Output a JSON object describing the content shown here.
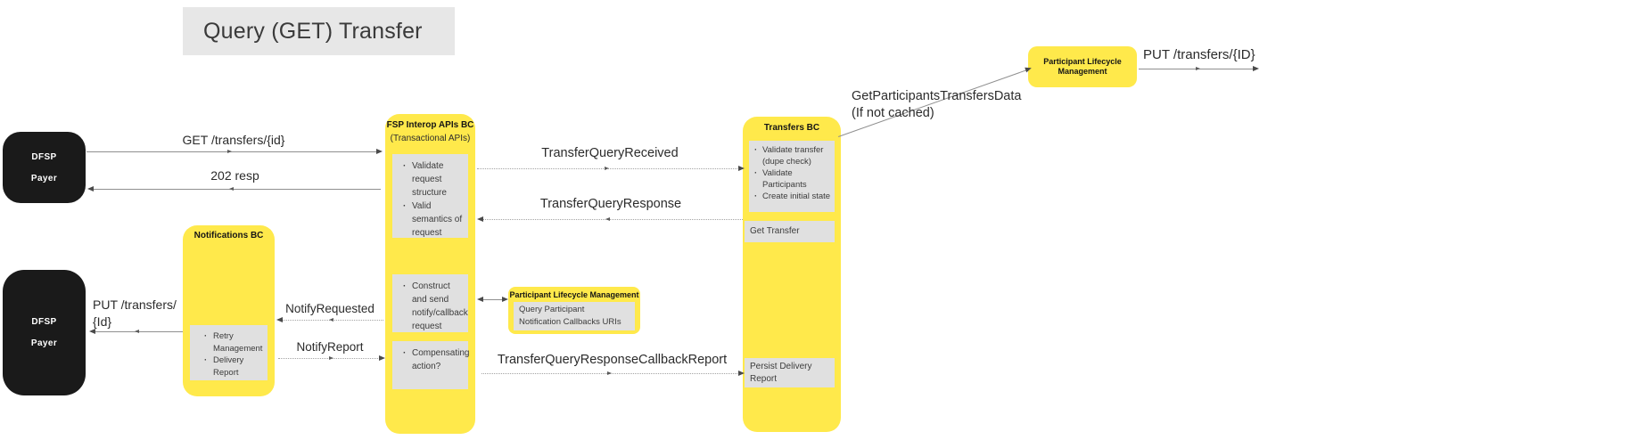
{
  "title": "Query (GET) Transfer",
  "actors": {
    "payer_top": {
      "line1": "DFSP",
      "line2": "Payer"
    },
    "payer_bottom": {
      "line1": "DFSP",
      "line2": "Payer"
    }
  },
  "nodes": {
    "fsp_interop": {
      "title": "FSP Interop APIs BC",
      "subtitle": "(Transactional APIs)",
      "validate_tasks": [
        "Validate request structure",
        "Valid semantics of request"
      ],
      "notify_tasks": [
        "Construct and send notify/callback request"
      ],
      "compensate_tasks": [
        "Compensating action?"
      ]
    },
    "notifications": {
      "title": "Notifications BC",
      "tasks": [
        "Retry Management",
        "Delivery Report"
      ]
    },
    "transfers": {
      "title": "Transfers BC",
      "tasks": [
        "Validate transfer (dupe check)",
        "Validate Participants",
        "Create initial state"
      ],
      "get_transfer_step": "Get Transfer",
      "persist_step": "Persist Delivery Report"
    },
    "plm_mid": {
      "title": "Participant Lifecycle Management",
      "task_line1": "Query Participant",
      "task_line2": "Notification Callbacks URIs"
    },
    "plm_top": {
      "title_line1": "Participant Lifecycle",
      "title_line2": "Management"
    }
  },
  "messages": {
    "get_transfers": "GET /transfers/{id}",
    "resp_202": "202 resp",
    "transfer_query_received": "TransferQueryReceived",
    "transfer_query_response": "TransferQueryResponse",
    "notify_requested": "NotifyRequested",
    "notify_report": "NotifyReport",
    "put_transfers_lower_line1": "PUT /transfers/",
    "put_transfers_lower_line2": "{Id}",
    "callback_report": "TransferQueryResponseCallbackReport",
    "get_participants_line1": "GetParticipantsTransfersData",
    "get_participants_line2": "(If not cached)",
    "put_transfers_upper": "PUT /transfers/{ID}"
  },
  "colors": {
    "node_yellow": "#ffe94b",
    "node_black": "#1a1a1a",
    "subbox_gray": "#e0e0e0",
    "title_bg": "#e7e7e7",
    "line_gray": "#8f8f8f",
    "text_dark": "#2e2e2e"
  }
}
